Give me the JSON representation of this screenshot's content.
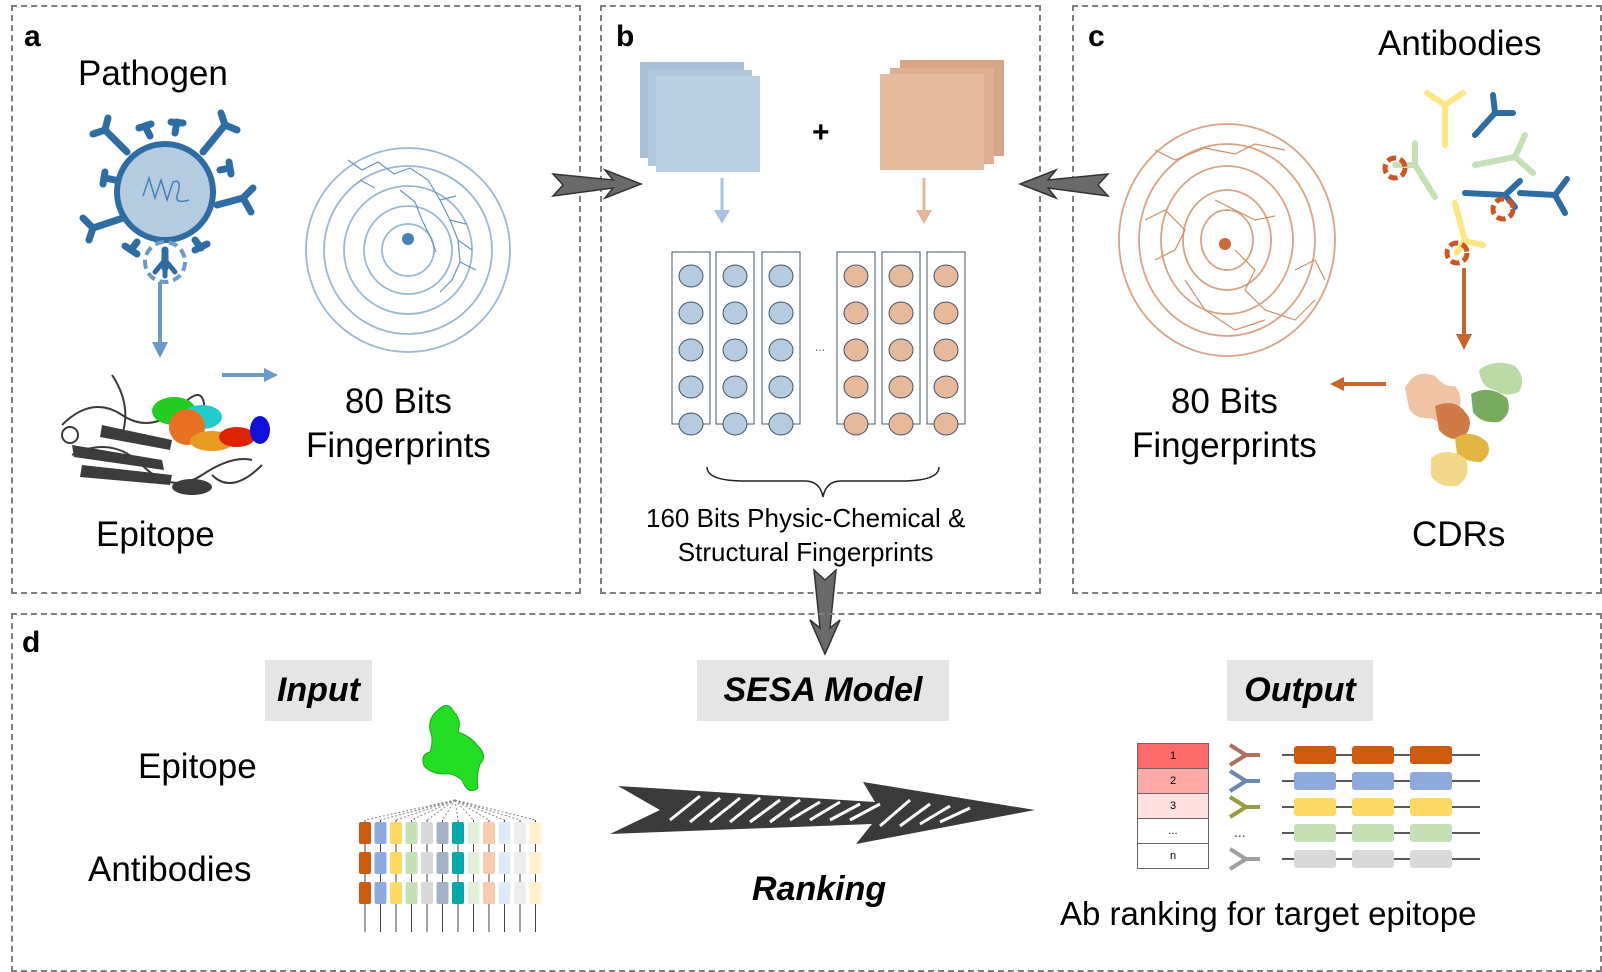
{
  "panels": {
    "a": {
      "label": "a",
      "pathogen_title": "Pathogen",
      "epitope_caption": "Epitope",
      "fingerprint_caption": [
        "80 Bits",
        "Fingerprints"
      ]
    },
    "b": {
      "label": "b",
      "plus_sign": "+",
      "ellipsis": "...",
      "caption": [
        "160 Bits Physic-Chemical &",
        "Structural Fingerprints"
      ]
    },
    "c": {
      "label": "c",
      "antibodies_title": "Antibodies",
      "fingerprint_caption": [
        "80 Bits",
        "Fingerprints"
      ],
      "cdrs_caption": "CDRs"
    },
    "d": {
      "label": "d",
      "input_tag": "Input",
      "model_tag": "SESA Model",
      "output_tag": "Output",
      "epitope_label": "Epitope",
      "antibodies_label": "Antibodies",
      "ranking_label": "Ranking",
      "output_caption": "Ab ranking for target epitope",
      "rank_table": [
        "1",
        "2",
        "3",
        "...",
        "n"
      ],
      "rank_colors": [
        "#ff6b6b",
        "#ffa8a8",
        "#ffe0e0",
        "#ffffff",
        "#ffffff"
      ],
      "ab_row_colors": [
        "#cf5a0d",
        "#8eaadc",
        "#ffd966",
        "#c5e0b4",
        "#d9d9d9"
      ],
      "ab_icon_colors": [
        "#b07060",
        "#6888b0",
        "#9a9a40",
        null,
        "#a0a0a0"
      ],
      "ab_ellipsis": "...",
      "sequence_colors": [
        "#cf5a0d",
        "#8eaadc",
        "#ffd966",
        "#c5e0b4",
        "#d9d9d9",
        "#a5b1c6",
        "#00aaa8",
        "#e2efd9",
        "#f8cbad",
        "#deebf7",
        "#ededed",
        "#fff2cc"
      ]
    }
  },
  "colors": {
    "epitope_blue": "#2e6da4",
    "epitope_light": "#b4cbe0",
    "antibody_orange": "#d06a30",
    "antibody_light": "#e6b99b",
    "border_gray": "#7f7f7f",
    "tag_bg": "#e5e5e5"
  }
}
